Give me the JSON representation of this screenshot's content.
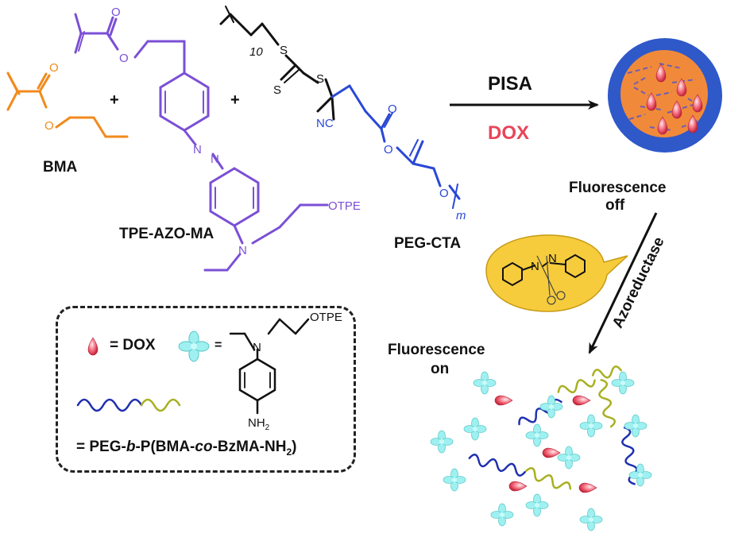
{
  "labels": {
    "bma": "BMA",
    "tpe_azo_ma": "TPE-AZO-MA",
    "peg_cta": "PEG-CTA",
    "pisa": "PISA",
    "dox": "DOX",
    "fluorescence_off_1": "Fluorescence",
    "fluorescence_off_2": "off",
    "azoreductase": "Azoreductase",
    "fluorescence_on_1": "Fluorescence",
    "fluorescence_on_2": "on",
    "plus_1": "+",
    "plus_2": "+",
    "legend_dox": "= DOX",
    "legend_eq": "=",
    "legend_polymer_1": "= PEG-",
    "legend_polymer_b": "b",
    "legend_polymer_2": "-P(BMA-",
    "legend_polymer_co": "co",
    "legend_polymer_3": "-BzMA-NH",
    "legend_polymer_sub": "2",
    "legend_polymer_4": ")"
  },
  "atoms": {
    "o": "O",
    "s": "S",
    "n": "N",
    "nc": "NC",
    "otpe": "OTPE",
    "nh2": "NH",
    "sub2": "2",
    "ten": "10",
    "m": "m"
  },
  "colors": {
    "bma": "#f28a1c",
    "tpe_azo_ma": "#7b4fd6",
    "peg_cta": "#2a48d6",
    "dox_text": "#e8455a",
    "micelle_shell": "#2f58c9",
    "micelle_core": "#f08a3a",
    "flower": "#7fe3e3",
    "chain_blue": "#2030b0",
    "chain_green": "#a8b020"
  }
}
